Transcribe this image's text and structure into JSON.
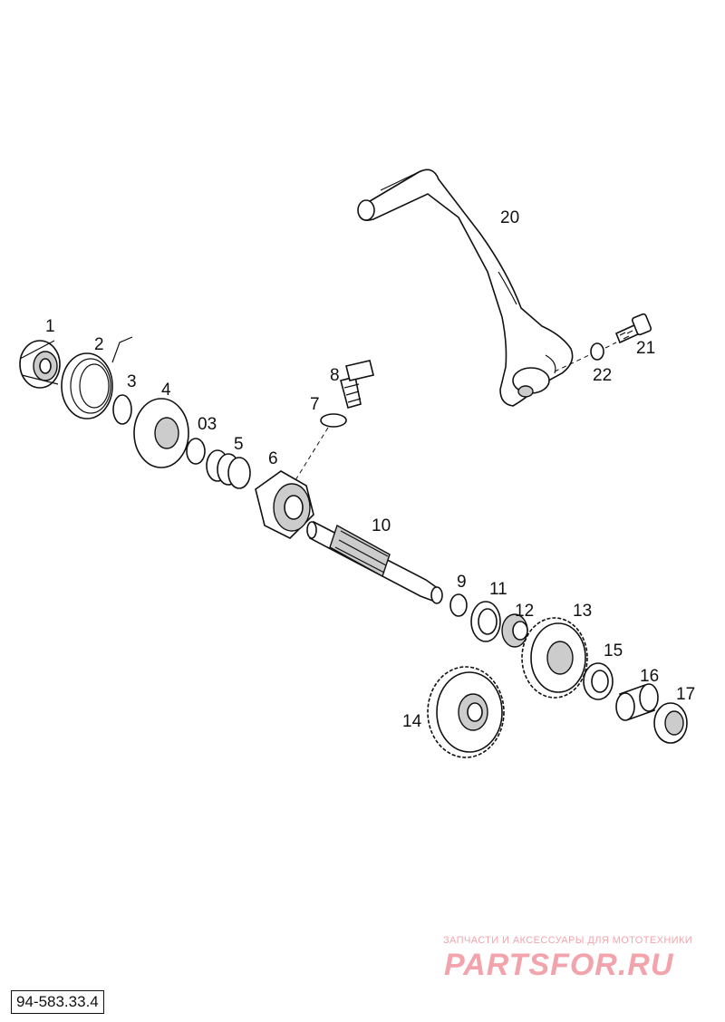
{
  "drawing_number": "94-583.33.4",
  "watermark": {
    "tagline": "ЗАПЧАСТИ И АКСЕССУАРЫ ДЛЯ МОТОТЕХНИКИ",
    "logo": "PARTSFOR.RU"
  },
  "callouts": {
    "p1": "1",
    "p2": "2",
    "p3": "3",
    "p4": "4",
    "p03": "03",
    "p5": "5",
    "p6": "6",
    "p7": "7",
    "p8": "8",
    "p9": "9",
    "p10": "10",
    "p11": "11",
    "p12": "12",
    "p13": "13",
    "p14": "14",
    "p15": "15",
    "p16": "16",
    "p17": "17",
    "p20": "20",
    "p21": "21",
    "p22": "22"
  }
}
